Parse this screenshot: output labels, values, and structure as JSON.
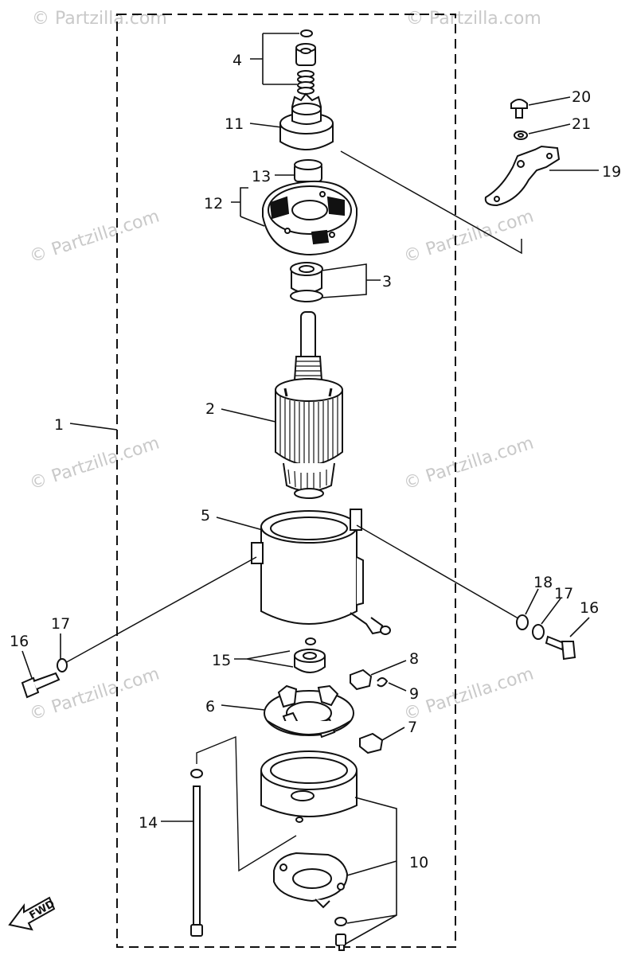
{
  "watermark": {
    "text": "© Partzilla.com"
  },
  "callouts": [
    {
      "id": "c1",
      "text": "1"
    },
    {
      "id": "c2",
      "text": "2"
    },
    {
      "id": "c3",
      "text": "3"
    },
    {
      "id": "c4",
      "text": "4"
    },
    {
      "id": "c5",
      "text": "5"
    },
    {
      "id": "c6",
      "text": "6"
    },
    {
      "id": "c7",
      "text": "7"
    },
    {
      "id": "c8",
      "text": "8"
    },
    {
      "id": "c9",
      "text": "9"
    },
    {
      "id": "c10",
      "text": "10"
    },
    {
      "id": "c11",
      "text": "11"
    },
    {
      "id": "c12",
      "text": "12"
    },
    {
      "id": "c13",
      "text": "13"
    },
    {
      "id": "c14",
      "text": "14"
    },
    {
      "id": "c15",
      "text": "15"
    },
    {
      "id": "c16a",
      "text": "16"
    },
    {
      "id": "c16b",
      "text": "16"
    },
    {
      "id": "c17a",
      "text": "17"
    },
    {
      "id": "c17b",
      "text": "17"
    },
    {
      "id": "c18",
      "text": "18"
    },
    {
      "id": "c19",
      "text": "19"
    },
    {
      "id": "c20",
      "text": "20"
    },
    {
      "id": "c21",
      "text": "21"
    }
  ],
  "direction_marker": {
    "text": "FWD",
    "icon": "fwd-arrow-icon"
  }
}
